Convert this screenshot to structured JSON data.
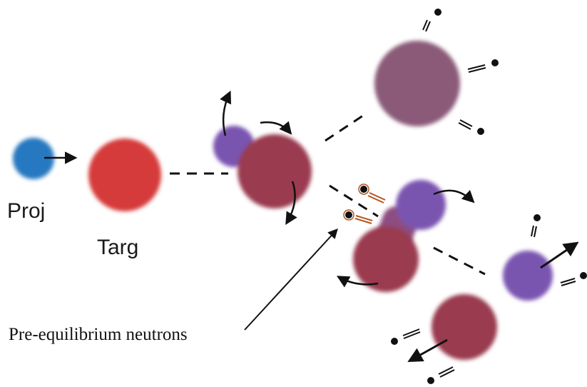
{
  "labels": {
    "projectile": "Proj",
    "target": "Targ",
    "pre_equilibrium": "Pre-equilibrium neutrons"
  },
  "colors": {
    "projectile": "#2878c0",
    "target": "#d63b3b",
    "compound_dark": "#9a3a4f",
    "fragment_purple": "#7a55b0",
    "large_nucleus": "#8a5a78",
    "neutron": "#111111",
    "neutron_hot": "#b3541e",
    "line": "#111111"
  }
}
